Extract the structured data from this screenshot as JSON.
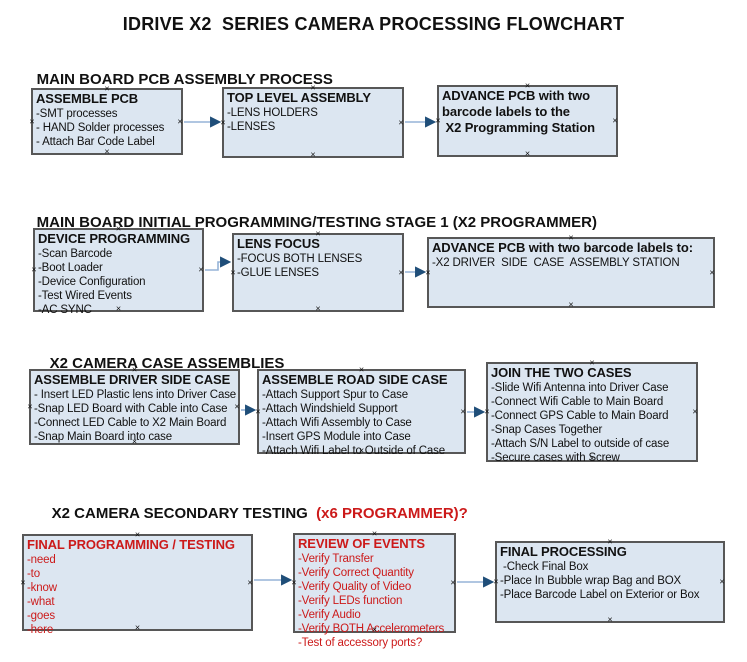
{
  "title": "IDRIVE X2  SERIES CAMERA PROCESSING FLOWCHART",
  "colors": {
    "box_fill": "#dce6f1",
    "box_border": "#575757",
    "connector_line": "#95b3d7",
    "connector_arrow": "#1f4e79",
    "red": "#cc1a1a"
  },
  "sections": [
    {
      "heading": "MAIN BOARD PCB ASSEMBLY PROCESS",
      "heading_red": "",
      "boxes": [
        {
          "title": "ASSEMBLE PCB",
          "items": [
            "-SMT processes",
            "- HAND Solder processes",
            "- Attach Bar Code Label"
          ]
        },
        {
          "title": "TOP LEVEL ASSEMBLY",
          "items": [
            "-LENS HOLDERS",
            "-LENSES"
          ]
        },
        {
          "title": "ADVANCE PCB with two\nbarcode labels to the\n X2 Programming Station",
          "items": []
        }
      ]
    },
    {
      "heading": "MAIN BOARD INITIAL PROGRAMMING/TESTING STAGE 1 (X2 PROGRAMMER)",
      "heading_red": "",
      "boxes": [
        {
          "title": "DEVICE PROGRAMMING",
          "items": [
            "-Scan Barcode",
            "-Boot Loader",
            "-Device Configuration",
            "-Test Wired Events",
            "-AC SYNC"
          ]
        },
        {
          "title": "LENS FOCUS",
          "items": [
            "-FOCUS BOTH LENSES",
            "-GLUE LENSES"
          ]
        },
        {
          "title": "ADVANCE PCB with two barcode labels to:",
          "items": [
            "-X2 DRIVER  SIDE  CASE  ASSEMBLY STATION"
          ]
        }
      ]
    },
    {
      "heading": "X2 CAMERA CASE ASSEMBLIES",
      "heading_red": "",
      "boxes": [
        {
          "title": "ASSEMBLE DRIVER SIDE CASE",
          "items": [
            "- Insert LED Plastic lens into Driver Case",
            "-Snap LED Board with Cable into Case",
            "-Connect LED Cable to X2 Main Board",
            "-Snap Main Board into case"
          ]
        },
        {
          "title": "ASSEMBLE ROAD SIDE CASE",
          "items": [
            "-Attach Support Spur to Case",
            "-Attach Windshield Support",
            "-Attach Wifi Assembly to Case",
            "-Insert GPS Module into Case",
            "-Attach Wifi Label to Outside of Case"
          ]
        },
        {
          "title": "JOIN THE TWO CASES",
          "items": [
            "-Slide Wifi Antenna into Driver Case",
            "-Connect Wifi Cable to Main Board",
            "-Connect GPS Cable to Main Board",
            "-Snap Cases Together",
            "-Attach S/N Label to outside of case",
            "-Secure cases with Screw"
          ]
        }
      ]
    },
    {
      "heading": "X2 CAMERA SECONDARY TESTING ",
      "heading_red": " (x6 PROGRAMMER)?",
      "boxes": [
        {
          "title": "FINAL PROGRAMMING / TESTING",
          "items": [
            "-need",
            "-to",
            "-know",
            "-what",
            "-goes",
            "-here"
          ]
        },
        {
          "title": "REVIEW OF EVENTS",
          "items": [
            "-Verify Transfer",
            "-Verify Correct Quantity",
            "-Verify Quality of Video",
            "-Verify LEDs function",
            "-Verify Audio",
            "-Verify BOTH Accelerometers",
            "-Test of accessory ports?"
          ]
        },
        {
          "title": "FINAL PROCESSING",
          "items": [
            " -Check Final Box",
            "-Place In Bubble wrap Bag and BOX",
            "-Place Barcode Label on Exterior or Box"
          ]
        }
      ]
    }
  ]
}
